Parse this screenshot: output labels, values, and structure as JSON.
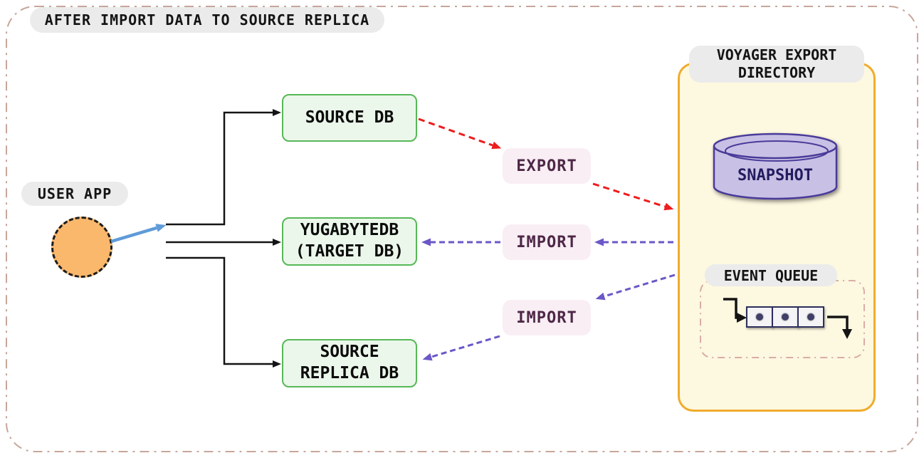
{
  "title": "AFTER IMPORT DATA TO SOURCE REPLICA",
  "user_app": {
    "label": "USER APP"
  },
  "databases": [
    {
      "line1": "SOURCE DB",
      "line2": ""
    },
    {
      "line1": "YUGABYTEDB",
      "line2": "(TARGET DB)"
    },
    {
      "line1": "SOURCE",
      "line2": "REPLICA DB"
    }
  ],
  "operations": [
    {
      "label": "EXPORT"
    },
    {
      "label": "IMPORT"
    },
    {
      "label": "IMPORT"
    }
  ],
  "voyager_panel": {
    "title_line1": "VOYAGER EXPORT",
    "title_line2": "DIRECTORY",
    "snapshot_label": "SNAPSHOT",
    "event_queue_label": "EVENT QUEUE",
    "queue_item_count": 3
  },
  "colors": {
    "green_border": "#57b857",
    "green_fill": "#ebf7ea",
    "yellow_border": "#f0ab2c",
    "yellow_fill": "#fdf8e0",
    "pink_fill": "#f8eef4",
    "pink_text": "#4f2747",
    "cylinder_fill": "#c9c1e5",
    "cylinder_stroke": "#4a3a99",
    "arrow_red": "#ee1c1c",
    "arrow_purple": "#6b57c8",
    "arrow_blue": "#5f9bd8",
    "arrow_black": "#141414",
    "circle_orange": "#fab86d",
    "label_pill_gray": "#ebebeb",
    "outer_border_tan": "#c7a69b",
    "queue_cell_border": "#2e2e5c"
  }
}
